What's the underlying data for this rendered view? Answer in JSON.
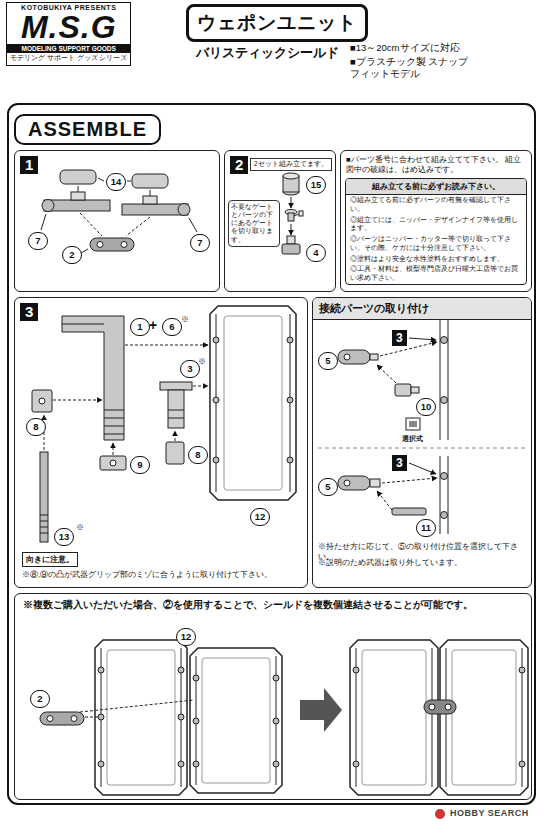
{
  "diagram": {
    "nodes": [
      {
        "text": [
          "KOTOBUKIYA PRESENTS",
          "M.S.G",
          "MODELING SUPPORT GOODS",
          "モデリング サポート グッズ シリーズ"
        ]
      },
      {
        "text": [
          "ウェポンユニット"
        ]
      },
      {
        "text": [
          "ASSEMBLE"
        ]
      },
      {
        "text": [
          "1"
        ]
      },
      {
        "text": [
          "2"
        ]
      },
      {
        "text": [
          "2セット組み立てます。"
        ],
        "in": 4
      },
      {
        "text": [
          "不要なゲートとパーツの下にあるゲートを切り取ります。"
        ],
        "in": 4
      },
      {
        "text": [
          "■パーツ番号に合わせて組み立てて下さい。 組立図中の破線は、はめ込みです。"
        ]
      },
      {
        "text": [
          "組み立てる前に必ずお読み下さい。",
          "◎組み立てる前に必ずパーツの有無を確認して下さい。",
          "◎組立てには、ニッパー・デザインナイフ等を使用します。",
          "◎パーツはニッパー・カッター等で切り取って下さい。その際、ケガには十分注意して下さい。",
          "◎塗料はより安全な水性塗料をおすすめします。",
          "◎工具・材料は、模型専門店及び日曜大工店等でお買い求め下さい。"
        ],
        "in": 7
      },
      {
        "text": [
          "3"
        ]
      },
      {
        "text": [
          "接続パーツの取り付け"
        ]
      },
      {
        "text": [
          "※複数ご購入いただいた場合、②を使用することで、シールドを複数個連結させることが可能です。"
        ]
      }
    ],
    "labels": [
      "バリスティックシールド",
      "■13～20cmサイズに対応",
      "■プラスチック製 スナップフィットモデル",
      "14",
      "7",
      "2",
      "7",
      "15",
      "4",
      "1",
      "+",
      "6",
      "※",
      "8",
      "3",
      "※",
      "9",
      "8",
      "13",
      "※",
      "12",
      "向きに注意。",
      "※⑧,⑨の凸が武器グリップ部のミゾに合うように取り付けて下さい。",
      "3",
      "5",
      "10",
      "選択式",
      "3",
      "5",
      "11",
      "※持たせ方に応じて、⑤の取り付け位置を選択して下さい。",
      "※説明のため武器は取り外しています。",
      "12",
      "2",
      "HOBBY SEARCH"
    ]
  }
}
